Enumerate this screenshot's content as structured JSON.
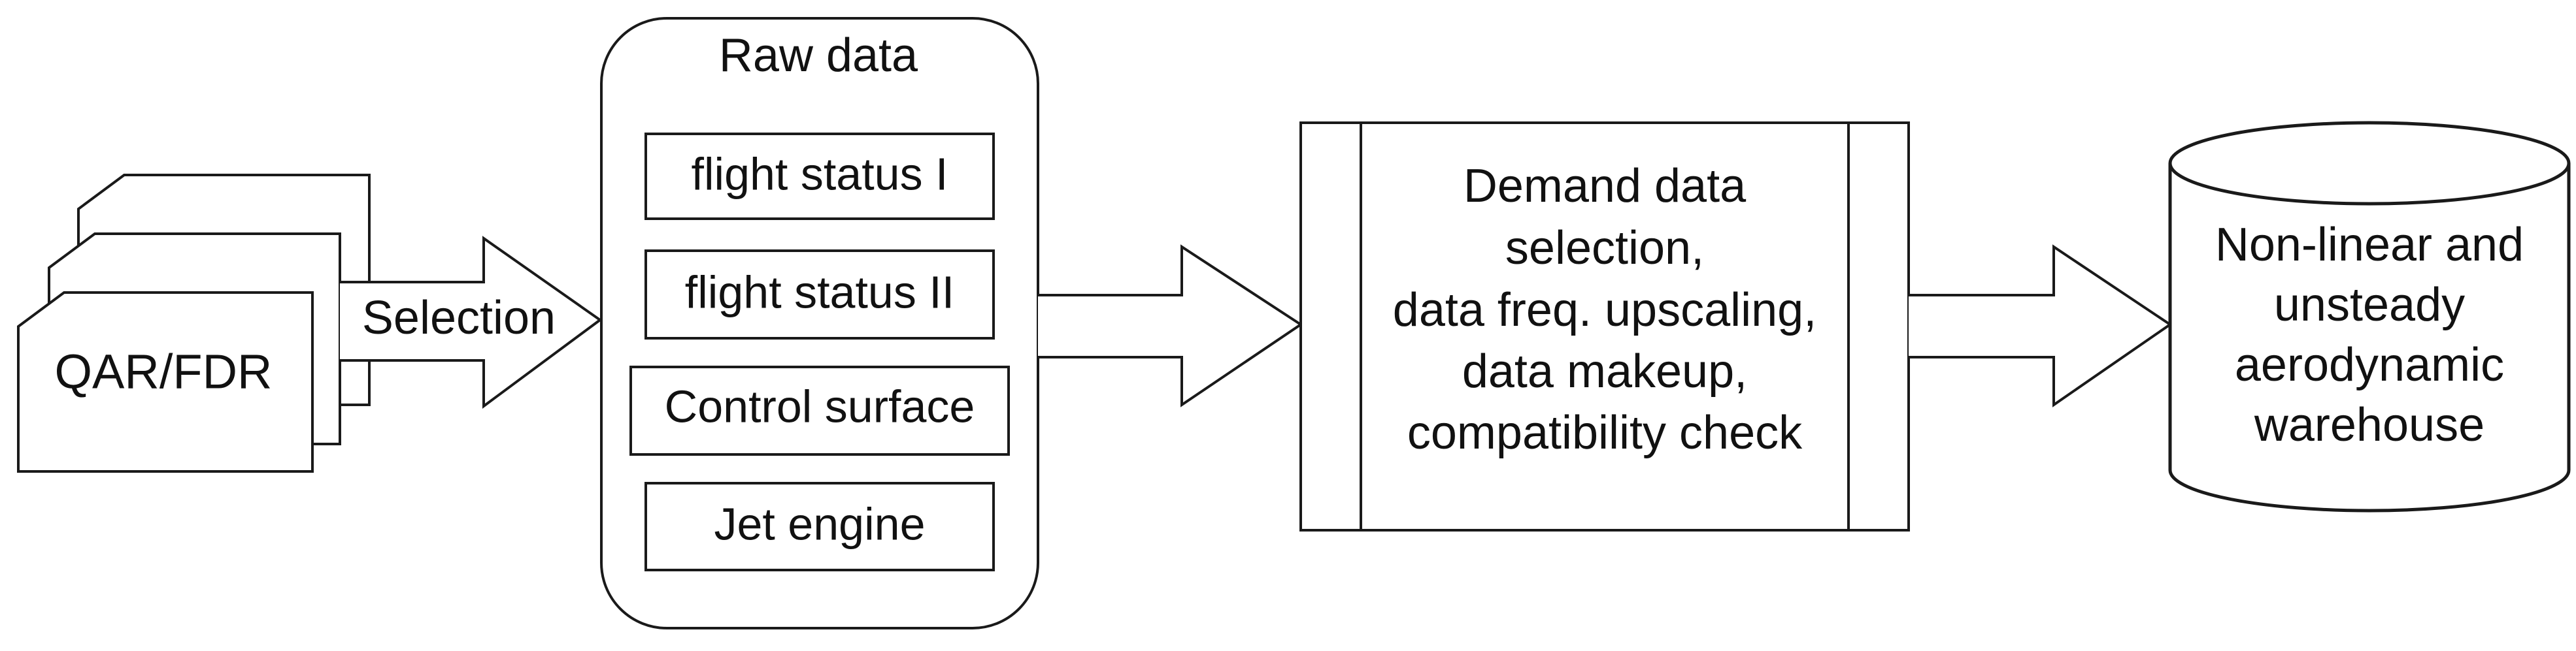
{
  "diagram": {
    "source": {
      "label": "QAR/FDR"
    },
    "arrow_selection": {
      "label": "Selection"
    },
    "raw_data": {
      "title": "Raw data",
      "items": [
        {
          "label": "flight status I"
        },
        {
          "label": "flight status II"
        },
        {
          "label": "Control surface"
        },
        {
          "label": "Jet engine"
        }
      ]
    },
    "process": {
      "lines": [
        "Demand data",
        "selection,",
        "data freq. upscaling,",
        "data makeup,",
        "compatibility check"
      ]
    },
    "warehouse": {
      "lines": [
        "Non-linear and",
        "unsteady",
        "aerodynamic",
        "warehouse"
      ]
    }
  }
}
